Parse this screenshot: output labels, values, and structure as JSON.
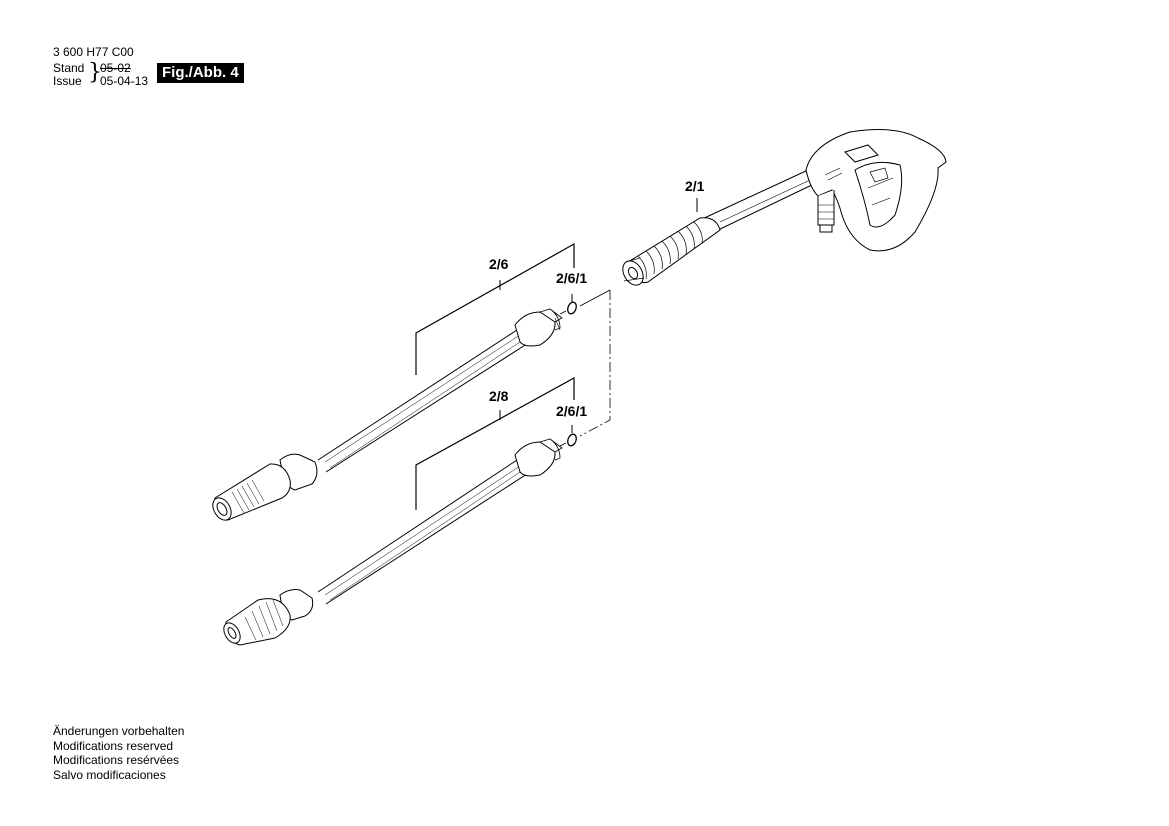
{
  "header": {
    "code": "3 600 H77 C00",
    "stand_label": "Stand",
    "issue_label": "Issue",
    "stand_date_old": "05-02",
    "issue_date": "05-04-13",
    "figure_label": "Fig./Abb. 4"
  },
  "parts": [
    {
      "id": "2/1",
      "name": "spray-gun"
    },
    {
      "id": "2/6",
      "name": "lance-variable"
    },
    {
      "id": "2/6/1",
      "name": "o-ring-upper"
    },
    {
      "id": "2/8",
      "name": "lance-rotary"
    },
    {
      "id": "2/6/1",
      "name": "o-ring-lower"
    }
  ],
  "footer": {
    "lines": [
      "Änderungen vorbehalten",
      "Modifications reserved",
      "Modifications resérvées",
      "Salvo modificaciones"
    ]
  }
}
